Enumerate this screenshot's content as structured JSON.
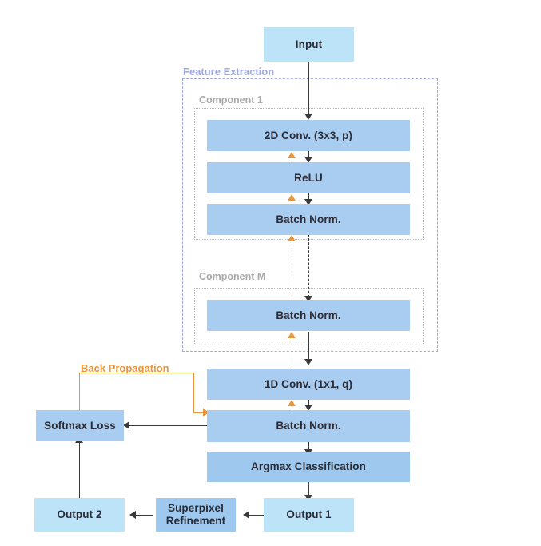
{
  "diagram": {
    "title": "CNN segmentation architecture flowchart",
    "colors": {
      "light_blue": "#bde3f8",
      "mid_blue": "#a8cdf0",
      "deep_blue": "#9ec8ed",
      "orange": "#e8963c",
      "violet": "#9fa8e8",
      "gray": "#aaaaaa",
      "arrow_black": "#3a3a3a",
      "text": "#2b2b36",
      "background": "#ffffff"
    }
  },
  "groups": {
    "feature_extraction": {
      "label": "Feature Extraction"
    },
    "component_1": {
      "label": "Component 1"
    },
    "component_m": {
      "label": "Component M"
    }
  },
  "nodes": {
    "input": "Input",
    "conv2d": "2D Conv.  (3x3, p)",
    "relu": "ReLU",
    "batchnorm_1": "Batch Norm.",
    "batchnorm_m": "Batch Norm.",
    "conv1d": "1D Conv. (1x1, q)",
    "batchnorm_final": "Batch Norm.",
    "argmax": "Argmax Classification",
    "softmax_loss": "Softmax Loss",
    "output_1": "Output 1",
    "output_2": "Output 2",
    "superpixel_line_1": "Superpixel",
    "superpixel_line_2": "Refinement"
  },
  "annotations": {
    "back_propagation": "Back Propagation"
  },
  "flow": {
    "forward_edges": [
      "Input -> 2D Conv.  (3x3, p)",
      "2D Conv.  (3x3, p) -> ReLU",
      "ReLU -> Batch Norm.",
      "Batch Norm. -> Component M Batch Norm.",
      "Component M Batch Norm. -> 1D Conv. (1x1, q)",
      "1D Conv. (1x1, q) -> Batch Norm.",
      "Batch Norm. -> Argmax Classification",
      "Argmax Classification -> Output 1",
      "Output 1 -> Superpixel Refinement",
      "Superpixel Refinement -> Output 2",
      "Output 2 -> Softmax Loss",
      "Batch Norm. -> Softmax Loss"
    ],
    "backward_edges": [
      "Softmax Loss -> Batch Norm.",
      "Batch Norm. -> 1D Conv. (1x1, q)",
      "1D Conv. (1x1, q) -> Component M Batch Norm.",
      "Component M Batch Norm. -> Component 1 Batch Norm.",
      "Batch Norm. -> ReLU",
      "ReLU -> 2D Conv.  (3x3, p)"
    ]
  }
}
